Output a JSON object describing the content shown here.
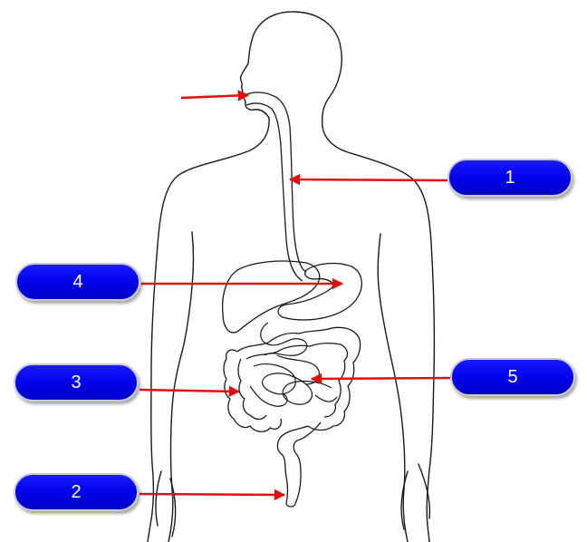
{
  "colors": {
    "pill_fill": "#0000e6",
    "pill_text": "#ffffff",
    "arrow": "#e01010",
    "outline": "#1a1a1a"
  },
  "labels": [
    {
      "id": "label-1",
      "text": "1",
      "points_to": "esophagus"
    },
    {
      "id": "label-2",
      "text": "2",
      "points_to": "rectum"
    },
    {
      "id": "label-3",
      "text": "3",
      "points_to": "large-intestine"
    },
    {
      "id": "label-4",
      "text": "4",
      "points_to": "stomach"
    },
    {
      "id": "label-5",
      "text": "5",
      "points_to": "small-intestine"
    }
  ],
  "unlabeled_arrow": {
    "points_to": "mouth"
  }
}
